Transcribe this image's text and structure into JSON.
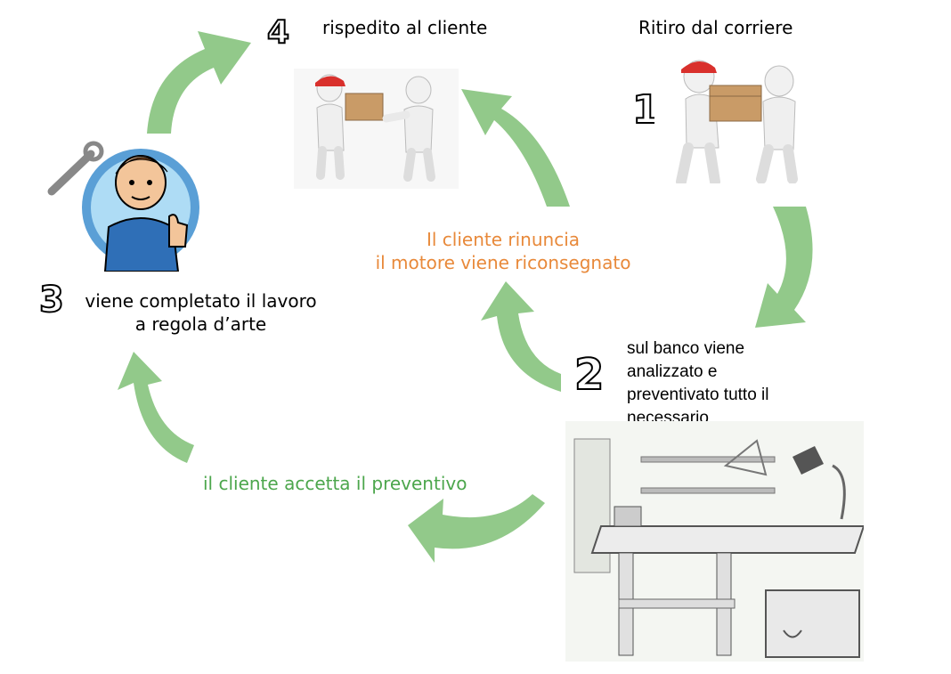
{
  "steps": [
    {
      "num": "1",
      "label": "Ritiro dal corriere"
    },
    {
      "num": "2",
      "lines": [
        "sul banco viene",
        "analizzato e",
        "preventivato tutto il",
        "necessario"
      ]
    },
    {
      "num": "3",
      "lines": [
        "viene completato il lavoro",
        "a regola d’arte"
      ]
    },
    {
      "num": "4",
      "label": "rispedito al cliente"
    }
  ],
  "branches": {
    "refuse": {
      "lines": [
        "Il cliente rinuncia",
        "il motore viene riconsegnato"
      ],
      "color": "#e8893a"
    },
    "accept": {
      "label": "il cliente accetta il preventivo",
      "color": "#4ca64c"
    }
  },
  "colors": {
    "arrow": "#92c98a",
    "outline": "#000000"
  },
  "icons": [
    "courier-carrying-box-icon",
    "box-handover-icon",
    "mechanic-thumbs-up-icon",
    "workbench-icon"
  ]
}
